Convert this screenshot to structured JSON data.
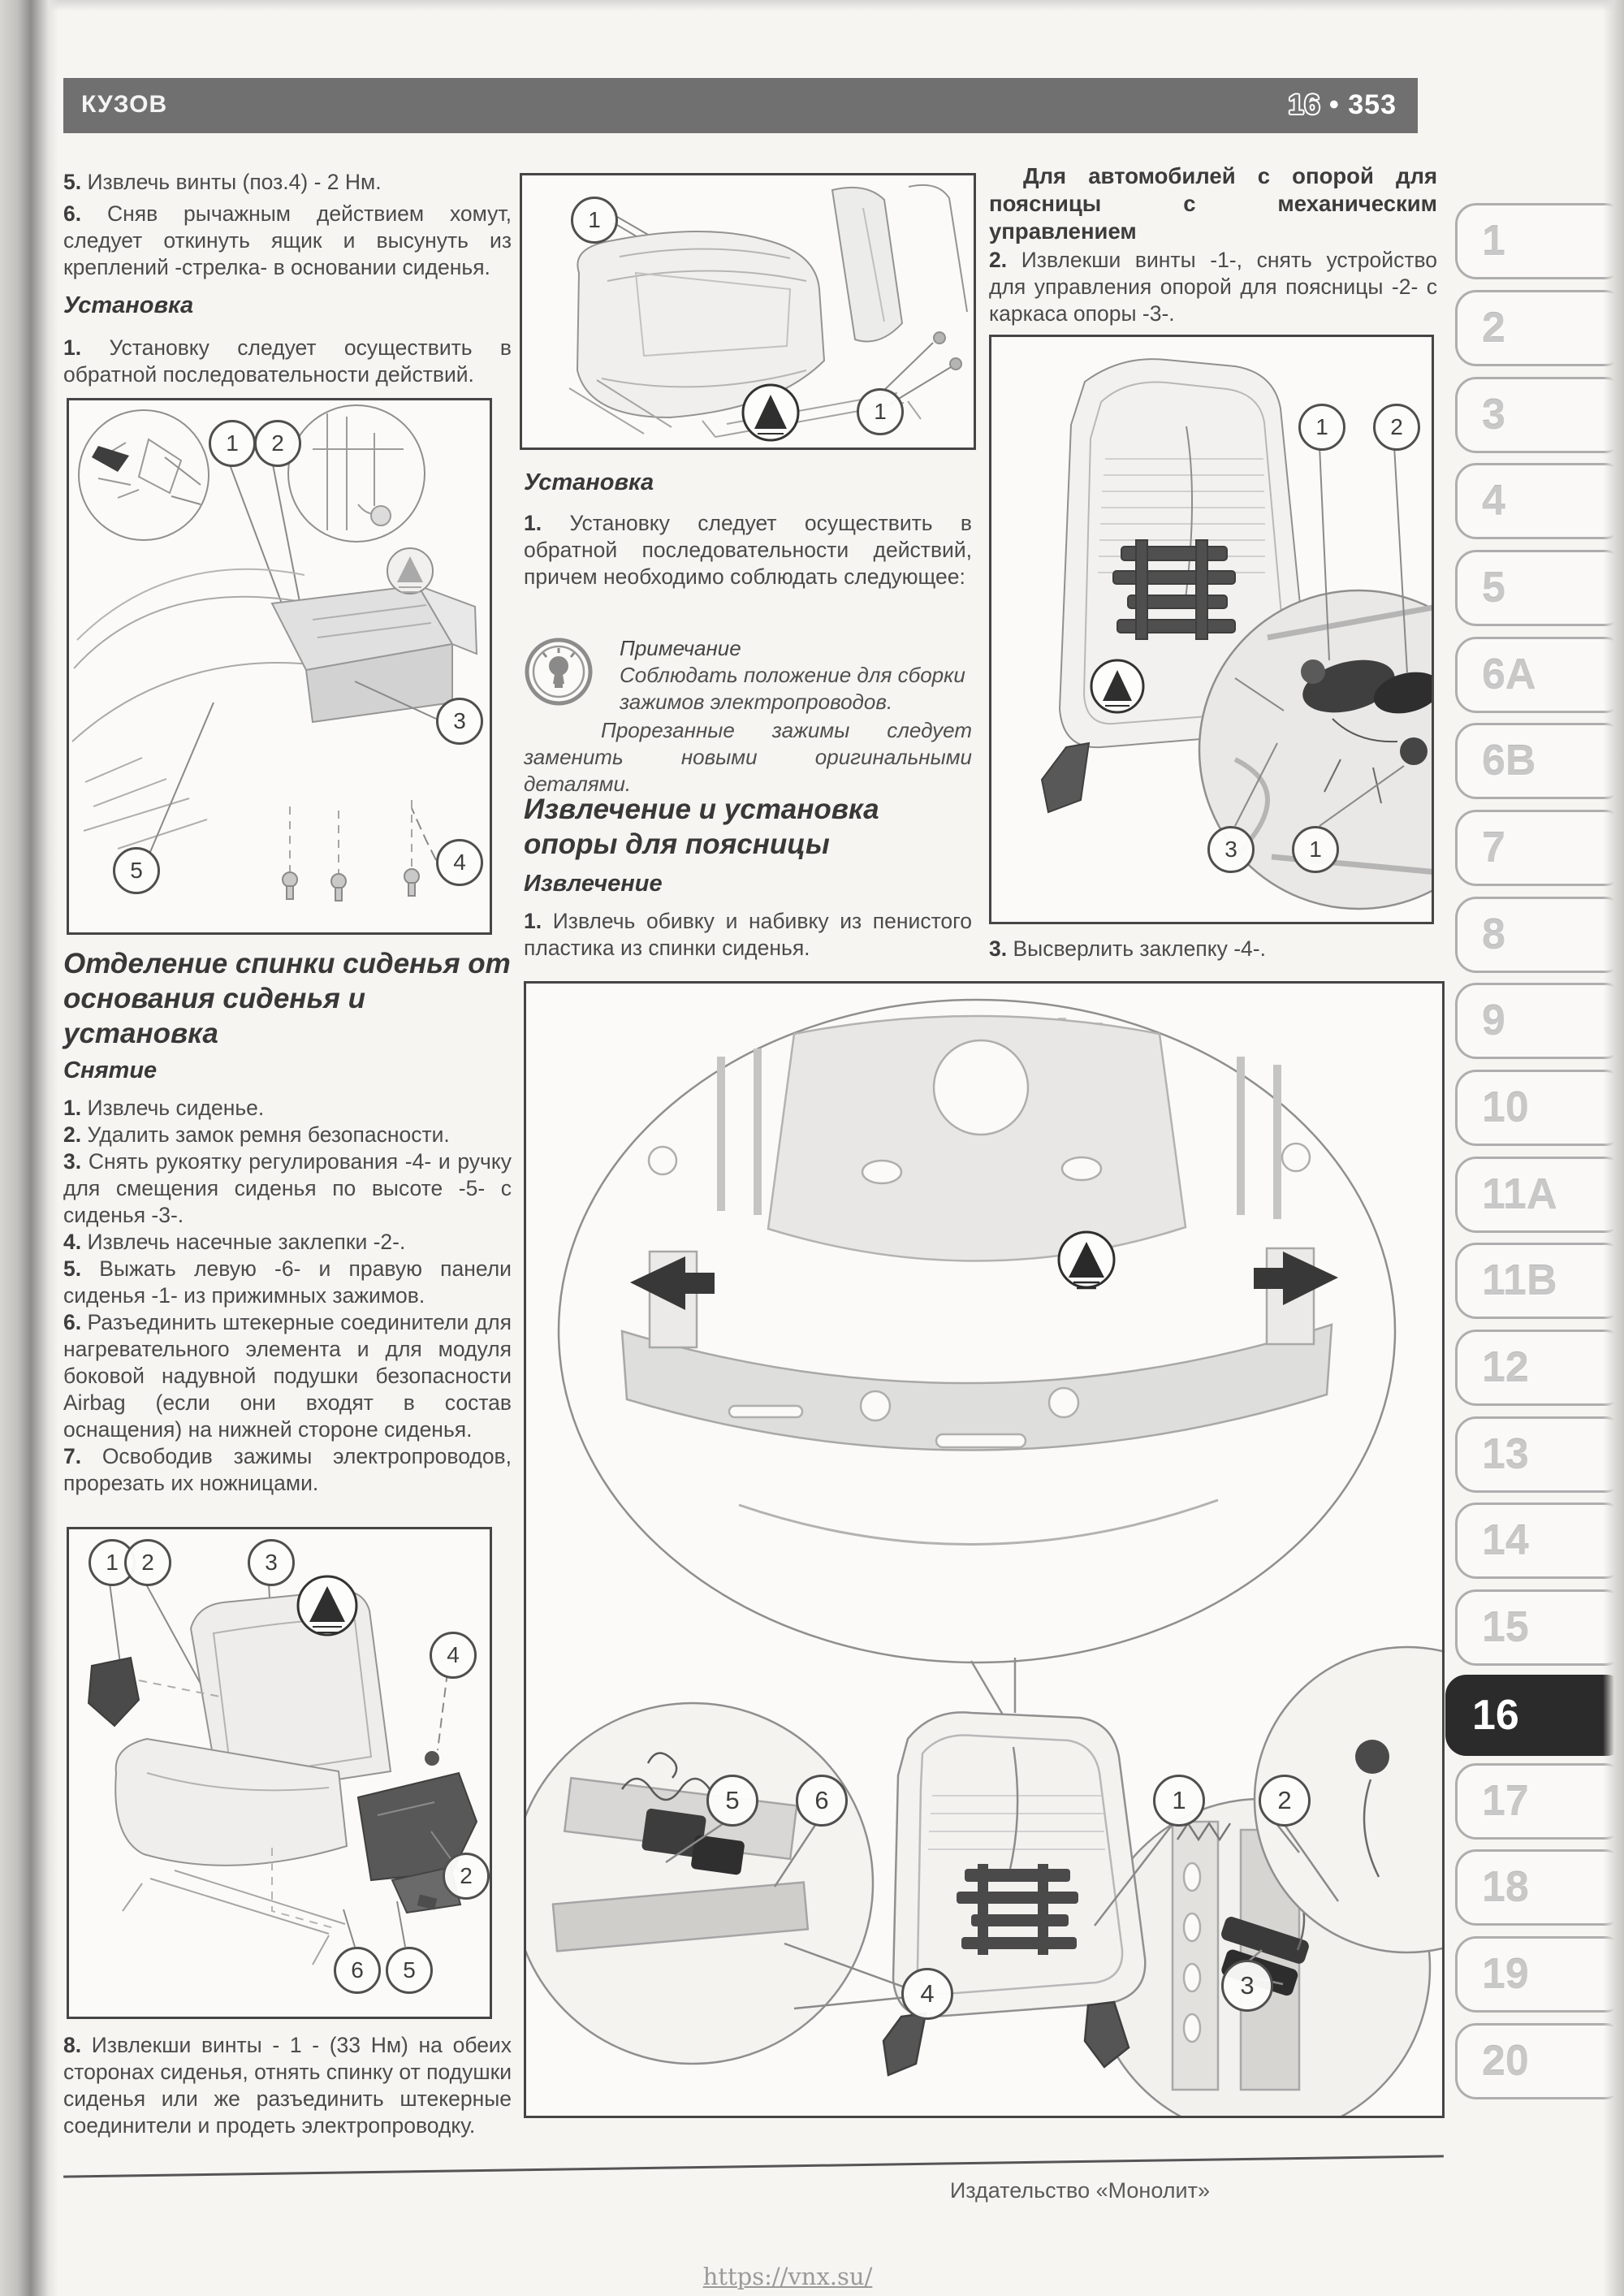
{
  "header": {
    "section": "КУЗОВ",
    "chapter": "16",
    "sep": "•",
    "page": "353"
  },
  "left": {
    "steps_top": [
      {
        "n": "5.",
        "t": "Извлечь винты (поз.4) - 2 Нм."
      },
      {
        "n": "6.",
        "t": "Сняв рычажным действием хомут, следует откинуть ящик и высунуть из креплений -стрелка- в основании сиденья."
      }
    ],
    "h_install": "Установка",
    "install_step": {
      "n": "1.",
      "t": "Установку следует осуществить в обратной последовательности действий."
    },
    "h_section": "Отделение спинки сиденья от основания сиденья и установка",
    "h_removal": "Снятие",
    "removal_steps": [
      {
        "n": "1.",
        "t": "Извлечь сиденье."
      },
      {
        "n": "2.",
        "t": "Удалить замок ремня безопасности."
      },
      {
        "n": "3.",
        "t": "Снять рукоятку регулирования -4- и ручку для смещения сиденья по высоте -5- с сиденья -3-."
      },
      {
        "n": "4.",
        "t": "Извлечь насечные заклепки -2-."
      },
      {
        "n": "5.",
        "t": "Выжать левую -6- и правую панели сиденья -1- из прижимных зажимов."
      },
      {
        "n": "6.",
        "t": "Разъединить штекерные соединители для нагревательного элемента и для модуля боковой надувной подушки безопасности Airbag (если они входят в состав оснащения) на нижней стороне сиденья."
      },
      {
        "n": "7.",
        "t": "Освободив зажимы электропроводов, прорезать их ножницами."
      }
    ],
    "step8": {
      "n": "8.",
      "t": "Извлекши винты - 1 - (33 Нм) на обеих сторонах сиденья, отнять спинку от подушки сиденья или же разъединить штекерные соединители и продеть электропроводку."
    }
  },
  "middle": {
    "h_install": "Установка",
    "install_step": {
      "n": "1.",
      "t": "Установку следует осуществить в обратной последовательности действий, причем необходимо соблюдать следующее:"
    },
    "note": {
      "title": "Примечание",
      "body": "Соблюдать положение для сборки зажимов электропроводов.",
      "body2": "Прорезанные зажимы следует заменить новыми оригинальными деталями."
    },
    "h_lumbar": "Извлечение и установка опоры для поясницы",
    "h_removal": "Извлечение",
    "removal_step": {
      "n": "1.",
      "t": "Извлечь обивку и набивку из пенистого пластика из спинки сиденья."
    }
  },
  "right": {
    "p_bold": "Для автомобилей с опорой для поясницы с механическим управлением",
    "step2": {
      "n": "2.",
      "t": "Извлекши винты -1-, снять устройство для управления опорой для поясницы -2- с каркаса опоры -3-."
    },
    "step3": {
      "n": "3.",
      "t": "Высверлить заклепку -4-."
    }
  },
  "figures": {
    "fig1": {
      "callouts": [
        "1",
        "2",
        "3",
        "4",
        "5"
      ]
    },
    "fig2": {
      "callouts": [
        "1",
        "2",
        "3",
        "4",
        "2",
        "6",
        "5"
      ]
    },
    "fig3": {
      "callouts": [
        "1",
        "1"
      ]
    },
    "fig4": {
      "callouts": [
        "1",
        "2",
        "3",
        "1"
      ]
    },
    "fig5": {
      "callouts": [
        "5",
        "6",
        "1",
        "2",
        "4",
        "3"
      ]
    }
  },
  "tabs": {
    "active": "16",
    "items": [
      "1",
      "2",
      "3",
      "4",
      "5",
      "6A",
      "6B",
      "7",
      "8",
      "9",
      "10",
      "11A",
      "11B",
      "12",
      "13",
      "14",
      "15",
      "16",
      "17",
      "18",
      "19",
      "20"
    ]
  },
  "footer": {
    "publisher": "Издательство «Монолит»",
    "url": "https://vnx.su/"
  }
}
